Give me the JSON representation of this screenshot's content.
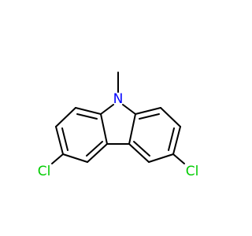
{
  "molecule": {
    "atoms": {
      "nitrogen": "N",
      "chlorine_left": "Cl",
      "chlorine_right": "Cl"
    },
    "colors": {
      "bond": "#000000",
      "nitrogen": "#0000ff",
      "chlorine": "#00cc00",
      "background": "#ffffff"
    }
  }
}
